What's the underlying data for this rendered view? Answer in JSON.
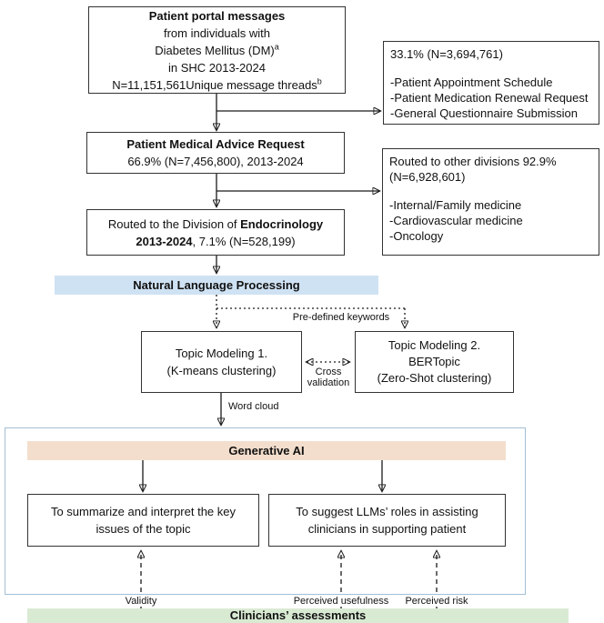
{
  "colors": {
    "nlp_bar": "#cfe2f3",
    "genai_bar": "#f3decd",
    "assessment_bar": "#d9ead3",
    "container_border": "#a3bfd4"
  },
  "top_box": {
    "title": "Patient portal messages",
    "line2": "from individuals with",
    "line3": "Diabetes Mellitus (DM)",
    "line3_sup": "a",
    "line4": "in SHC 2013-2024",
    "line5": "N=11,151,561Unique message threads",
    "line5_sup": "b"
  },
  "side_box_routine": {
    "header": "33.1% (N=3,694,761)",
    "items": [
      "-Patient Appointment Schedule",
      "-Patient Medication Renewal Request",
      "-General Questionnaire Submission"
    ]
  },
  "advice_box": {
    "title": "Patient Medical Advice Request",
    "subtitle": "66.9% (N=7,456,800), 2013-2024"
  },
  "side_box_other": {
    "header": "Routed to other divisions 92.9% (N=6,928,601)",
    "items": [
      "-Internal/Family medicine",
      "-Cardiovascular medicine",
      "-Oncology"
    ]
  },
  "endocrinology_box": {
    "prefix": "Routed to the Division of ",
    "bold1": "Endocrinology",
    "bold2": "2013-2024",
    "suffix": ", 7.1% (N=528,199)"
  },
  "nlp_bar": {
    "label": "Natural Language Processing"
  },
  "topic_modeling_1": {
    "line1": "Topic Modeling 1.",
    "line2": "(K-means clustering)"
  },
  "topic_modeling_2": {
    "line1": "Topic Modeling 2.",
    "line2": "BERTopic",
    "line3": "(Zero-Shot clustering)"
  },
  "labels": {
    "pre_defined_keywords": "Pre-defined keywords",
    "cross_validation_line1": "Cross",
    "cross_validation_line2": "validation",
    "word_cloud": "Word cloud",
    "validity": "Validity",
    "perceived_usefulness": "Perceived usefulness",
    "perceived_risk": "Perceived risk"
  },
  "generative_ai_bar": {
    "label": "Generative AI"
  },
  "summarize_box": {
    "text": "To summarize and interpret the key issues of the topic"
  },
  "suggest_box": {
    "text": "To suggest LLMs’ roles in assisting clinicians in supporting patient"
  },
  "assessment_bar": {
    "label": "Clinicians’ assessments"
  }
}
